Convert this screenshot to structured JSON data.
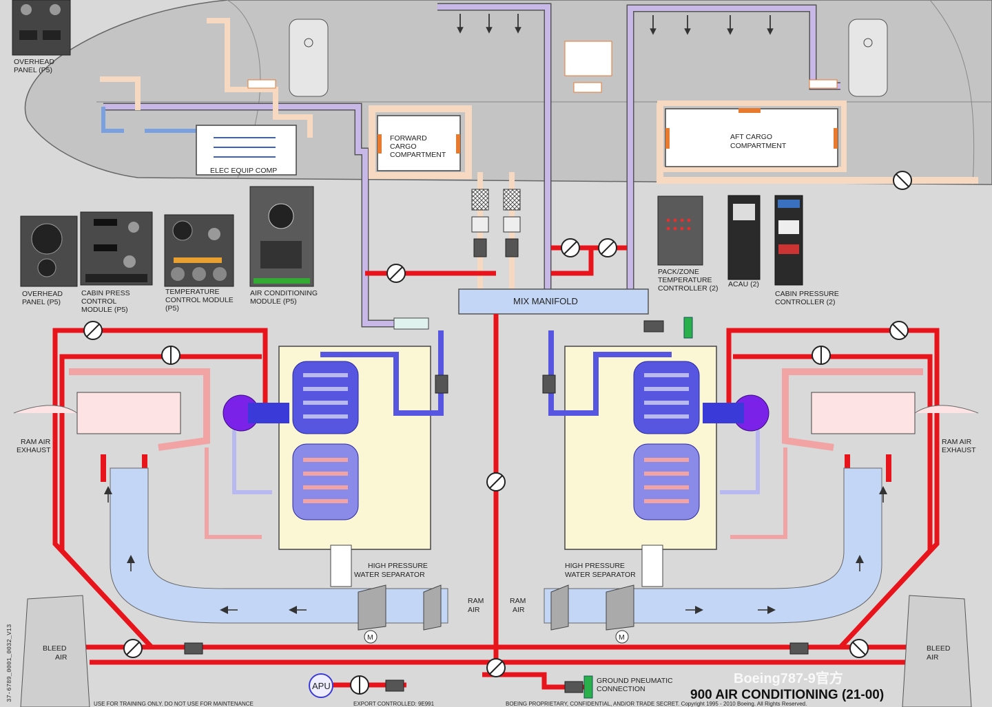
{
  "labels": {
    "overhead_panel_top": [
      "OVERHEAD",
      "PANEL (P5)"
    ],
    "elec_equip": "ELEC EQUIP COMP",
    "forward_cargo": [
      "FORWARD",
      "CARGO",
      "COMPARTMENT"
    ],
    "aft_cargo": [
      "AFT CARGO",
      "COMPARTMENT"
    ],
    "overhead_panel": [
      "OVERHEAD",
      "PANEL (P5)"
    ],
    "cabin_press_module": [
      "CABIN PRESS",
      "CONTROL",
      "MODULE (P5)"
    ],
    "temp_control_module": [
      "TEMPERATURE",
      "CONTROL MODULE",
      "(P5)"
    ],
    "ac_module": [
      "AIR CONDITIONING",
      "MODULE (P5)"
    ],
    "pack_zone": [
      "PACK/ZONE",
      "TEMPERATURE",
      "CONTROLLER (2)"
    ],
    "acau": "ACAU (2)",
    "cabin_pressure_controller": [
      "CABIN PRESSURE",
      "CONTROLLER (2)"
    ],
    "mix_manifold": "MIX MANIFOLD",
    "ram_air_exhaust_left": [
      "RAM AIR",
      "EXHAUST"
    ],
    "ram_air_exhaust_right": [
      "RAM AIR",
      "EXHAUST"
    ],
    "hp_water_sep_left": [
      "HIGH PRESSURE",
      "WATER SEPARATOR"
    ],
    "hp_water_sep_right": [
      "HIGH PRESSURE",
      "WATER SEPARATOR"
    ],
    "ram_air_left": [
      "RAM",
      "AIR"
    ],
    "ram_air_right": [
      "RAM",
      "AIR"
    ],
    "bleed_air_left": [
      "BLEED",
      "AIR"
    ],
    "bleed_air_right": [
      "BLEED",
      "AIR"
    ],
    "apu": "APU",
    "ground_pneumatic": [
      "GROUND PNEUMATIC",
      "CONNECTION"
    ],
    "motor": "M",
    "title": "900 AIR CONDITIONING (21-00)",
    "watermark": "Boeing787-9官方",
    "side_code": "37-6789_0001_0032_V13",
    "footer_left": "USE FOR TRAINING ONLY. DO NOT USE FOR MAINTENANCE",
    "footer_mid": "EXPORT CONTROLLED: 9E991",
    "footer_right": "BOEING PROPRIETARY, CONFIDENTIAL, AND/OR TRADE SECRET. Copyright 1995 - 2010 Boeing. All Rights Reserved."
  },
  "colors": {
    "bleed_hot": "#e8141c",
    "warm": "#f2a4a4",
    "cold": "#5656e0",
    "cool": "#b9b9f2",
    "ram": "#c3d6f5",
    "conditioned": "#c8b8e8",
    "recirc": "#f7d9c2",
    "fuselage": "#c4c4c4"
  }
}
